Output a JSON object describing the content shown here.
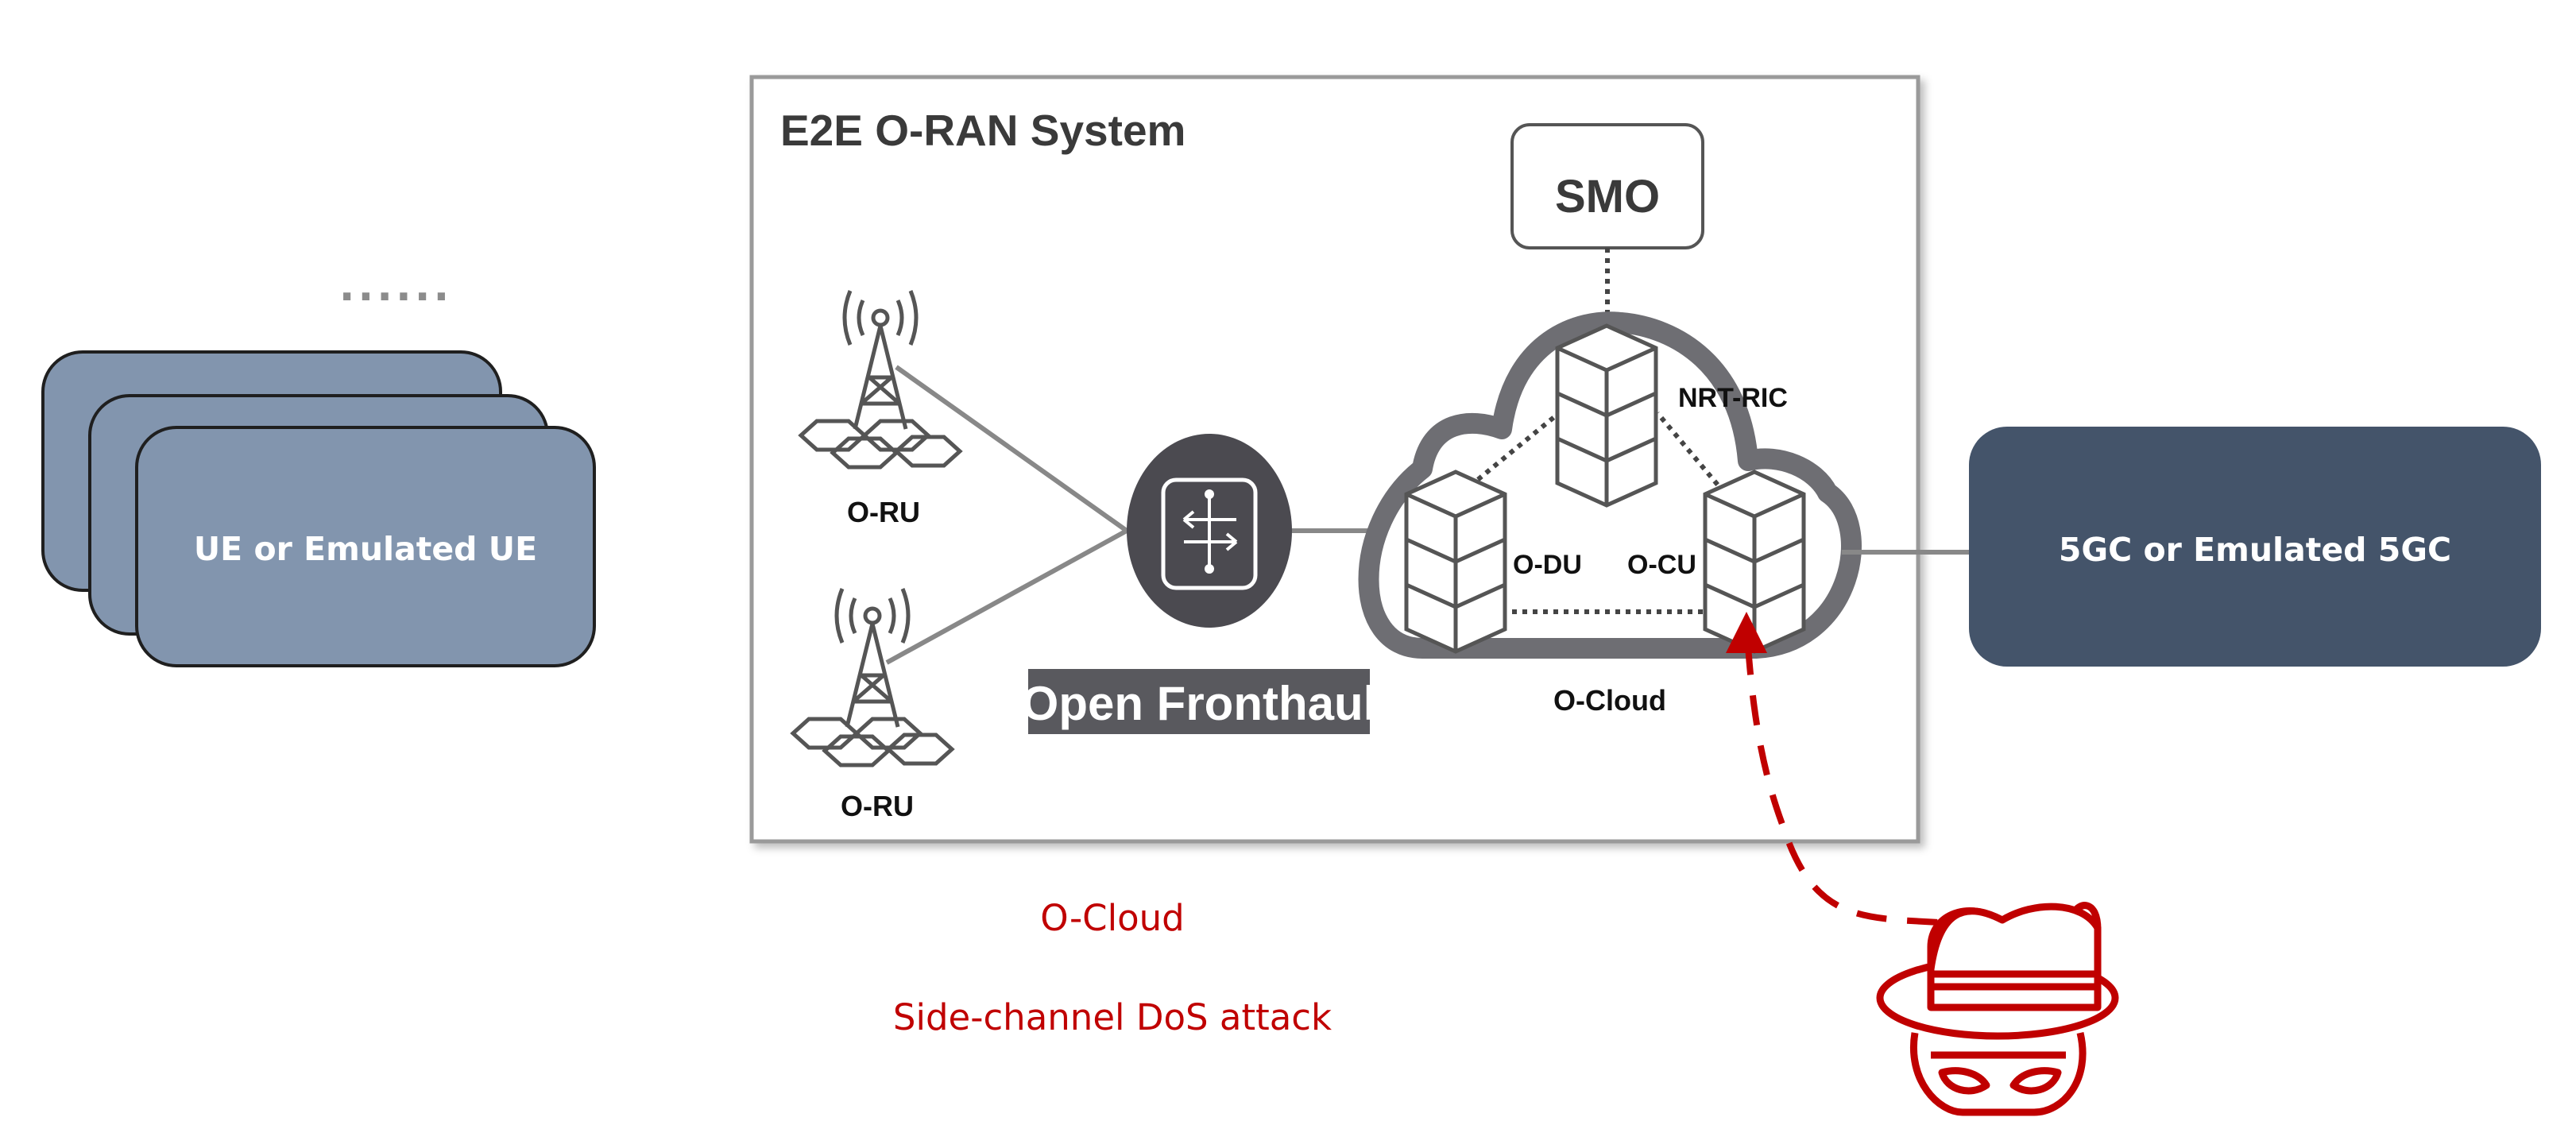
{
  "diagram": {
    "ue": {
      "label": "UE or Emulated UE",
      "ellipsis": "......"
    },
    "system": {
      "title": "E2E O-RAN System",
      "smo": "SMO",
      "nrt_ric": "NRT-RIC",
      "odu": "O-DU",
      "ocu": "O-CU",
      "ocloud": "O-Cloud",
      "oru_top": "O-RU",
      "oru_bottom": "O-RU",
      "fronthaul": "Open Fronthaul"
    },
    "core": {
      "label": "5GC or Emulated 5GC"
    },
    "attack": {
      "line1": "O-Cloud",
      "line2": "Side-channel DoS attack"
    },
    "colors": {
      "ue_fill": "#8295AE",
      "core_fill": "#44546A",
      "attack_red": "#C00000",
      "cloud_gray": "#6E6E73",
      "switch_fill": "#4B4A50",
      "system_border": "#9A9A9A"
    },
    "icons": [
      "cell-tower-icon",
      "switch-icon",
      "server-stack-icon",
      "cloud-icon",
      "hacker-icon"
    ]
  }
}
